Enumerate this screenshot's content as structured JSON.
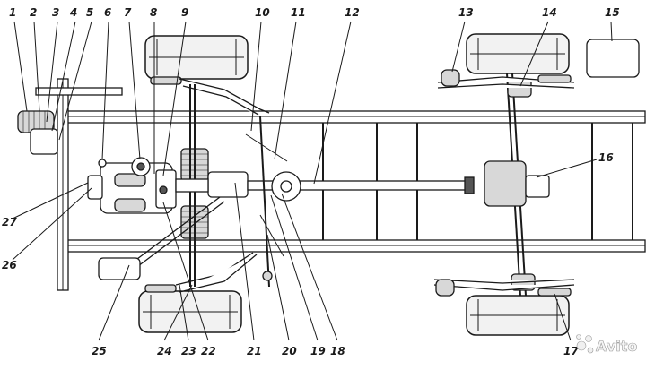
{
  "diagram": {
    "labels": [
      {
        "id": "1",
        "text": "1"
      },
      {
        "id": "2",
        "text": "2"
      },
      {
        "id": "3",
        "text": "3"
      },
      {
        "id": "4",
        "text": "4"
      },
      {
        "id": "5",
        "text": "5"
      },
      {
        "id": "6",
        "text": "6"
      },
      {
        "id": "7",
        "text": "7"
      },
      {
        "id": "8",
        "text": "8"
      },
      {
        "id": "9",
        "text": "9"
      },
      {
        "id": "10",
        "text": "10"
      },
      {
        "id": "11",
        "text": "11"
      },
      {
        "id": "12",
        "text": "12"
      },
      {
        "id": "13",
        "text": "13"
      },
      {
        "id": "14",
        "text": "14"
      },
      {
        "id": "15",
        "text": "15"
      },
      {
        "id": "16",
        "text": "16"
      },
      {
        "id": "17",
        "text": "17"
      },
      {
        "id": "18",
        "text": "18"
      },
      {
        "id": "19",
        "text": "19"
      },
      {
        "id": "20",
        "text": "20"
      },
      {
        "id": "21",
        "text": "21"
      },
      {
        "id": "22",
        "text": "22"
      },
      {
        "id": "23",
        "text": "23"
      },
      {
        "id": "24",
        "text": "24"
      },
      {
        "id": "25",
        "text": "25"
      },
      {
        "id": "26",
        "text": "26"
      },
      {
        "id": "27",
        "text": "27"
      }
    ],
    "watermark": {
      "text": "Avito",
      "icon": "avito-logo-icon"
    }
  }
}
